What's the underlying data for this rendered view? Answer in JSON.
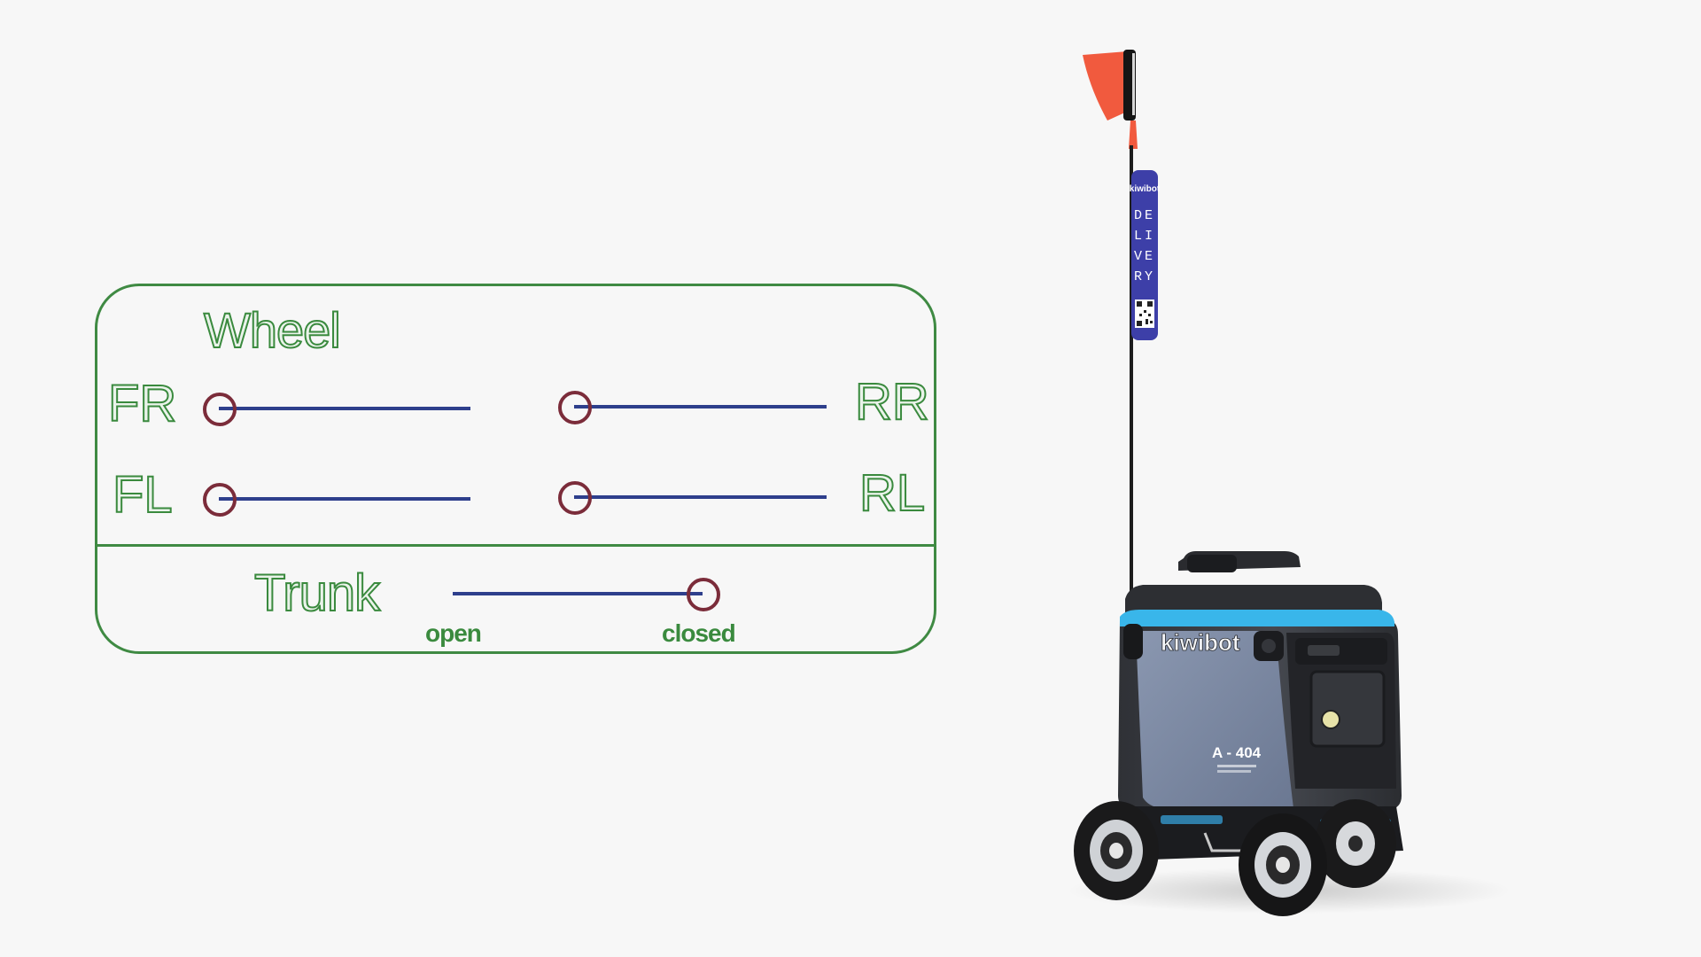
{
  "panel": {
    "wheel_title": "Wheel",
    "wheels": [
      {
        "id": "fr",
        "label": "FR",
        "value": 0
      },
      {
        "id": "fl",
        "label": "FL",
        "value": 0
      },
      {
        "id": "rr",
        "label": "RR",
        "value": 0
      },
      {
        "id": "rl",
        "label": "RL",
        "value": 0
      }
    ],
    "trunk": {
      "title": "Trunk",
      "min_label": "open",
      "max_label": "closed",
      "value": 1
    }
  },
  "robot": {
    "brand": "kiwibot",
    "flag_text": "DELIVERY",
    "flag_letters": [
      "DE",
      "LI",
      "VE",
      "RY"
    ],
    "model": "A - 404",
    "colors": {
      "body": "#3b3d42",
      "accent_light": "#39b6ea",
      "side_panel": "#7d8aa3",
      "flag_sign": "#3d3fa8",
      "flag_pennant": "#f15a3e"
    }
  },
  "colors": {
    "background": "#f7f7f7",
    "panel_border": "#3f8a43",
    "label_text": "#3a8a3e",
    "slider_track": "#2e3f8c",
    "slider_thumb": "#7b2c3a"
  }
}
